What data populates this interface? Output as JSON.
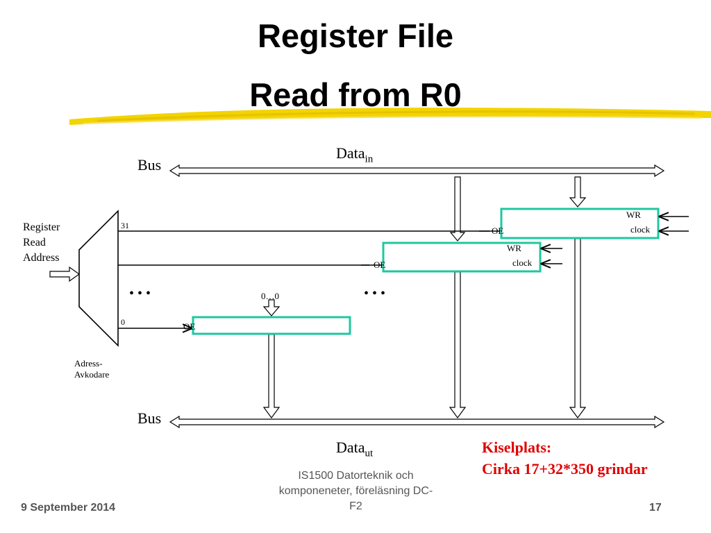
{
  "title": {
    "line1": "Register File",
    "line2": "Read from R0"
  },
  "diagram": {
    "bus_top_label": "Bus",
    "bus_bottom_label": "Bus",
    "data_in_main": "Data",
    "data_in_sub": "in",
    "data_out_main": "Data",
    "data_out_sub": "ut",
    "register_read_address": [
      "Register",
      "Read",
      "Address"
    ],
    "decoder_label": [
      "Adress-",
      "Avkodare"
    ],
    "line_31": "31",
    "line_0": "0",
    "ellipsis": "• • •",
    "zero_input": "0…0",
    "oe": "OE",
    "wr": "WR",
    "clock": "clock",
    "box_color": "#1fc7a0"
  },
  "note": {
    "line1": "Kiselplats:",
    "line2": "Cirka  17+32*350 grindar",
    "color": "#e00000"
  },
  "footer": {
    "date": "9 September 2014",
    "course": [
      "IS1500 Datorteknik och",
      "komponeneter, föreläsning DC-",
      "F2"
    ],
    "page": "17"
  }
}
